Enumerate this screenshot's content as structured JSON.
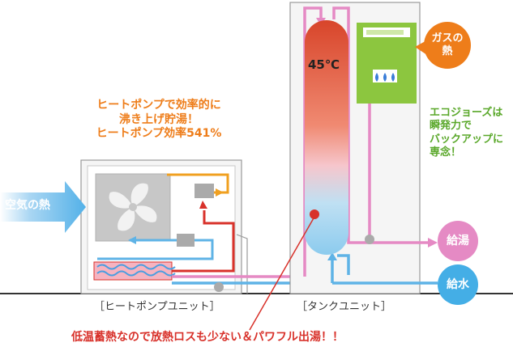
{
  "heat_pump_caption": "ヒートポンプで効率的に\n沸き上げ貯湯！\nヒートポンプ効率541%",
  "ecojozu_caption": "エコジョーズは\n瞬発力で\nバックアップに\n専念！",
  "air_heat_label": "空気の熱",
  "gas_heat_label": "ガスの\n熱",
  "tank_temperature": "45℃",
  "hot_water_supply_label": "給湯",
  "water_supply_label": "給水",
  "heat_pump_unit_label": "［ヒートポンプユニット］",
  "tank_unit_label": "［タンクユニット］",
  "bottom_caption": "低温蓄熱なので放熱ロスも少ない＆パワフル出湯！！",
  "colors": {
    "orange": "#ee7d1a",
    "green": "#5aa82a",
    "pink": "#e58ac4",
    "blue": "#5fb3e6",
    "red": "#d8312a",
    "cyan_badge": "#44aee6"
  }
}
